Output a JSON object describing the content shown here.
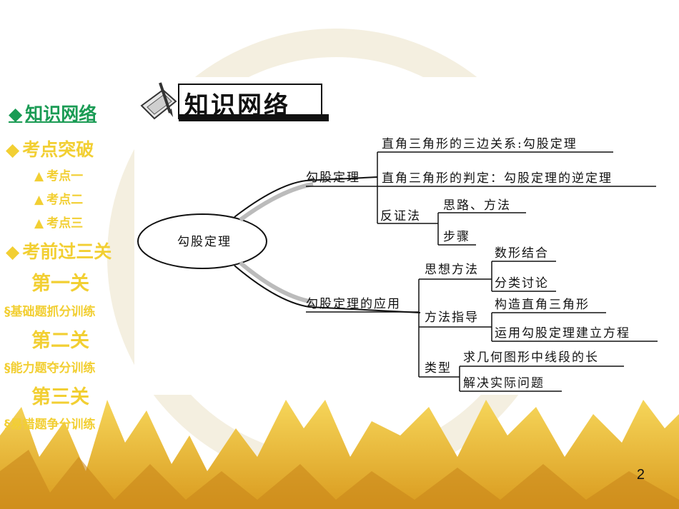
{
  "sidebar": {
    "items": [
      {
        "label": "知识网络",
        "bullet": "◆",
        "level": 1,
        "active": true
      },
      {
        "label": "考点突破",
        "bullet": "◆",
        "level": 1
      },
      {
        "label": "考点一",
        "bullet": "▲",
        "level": 2
      },
      {
        "label": "考点二",
        "bullet": "▲",
        "level": 2
      },
      {
        "label": "考点三",
        "bullet": "▲",
        "level": 2
      },
      {
        "label": "考前过三关",
        "bullet": "◆",
        "level": 1
      },
      {
        "label": "第一关",
        "level": 4
      },
      {
        "label": "§基础题抓分训练",
        "level": 3
      },
      {
        "label": "第二关",
        "level": 4
      },
      {
        "label": "§能力题夺分训练",
        "level": 3
      },
      {
        "label": "第三关",
        "level": 4
      },
      {
        "label": "§易错题争分训练",
        "level": 3
      }
    ]
  },
  "header": {
    "title": "知识网络"
  },
  "mindmap": {
    "root": "勾股定理",
    "branch1": {
      "label": "勾股定理",
      "items": [
        "直角三角形的三边关系:勾股定理",
        "直角三角形的判定：勾股定理的逆定理"
      ],
      "sub": {
        "label": "反证法",
        "items": [
          "思路、方法",
          "步骤"
        ]
      }
    },
    "branch2": {
      "label": "勾股定理的应用",
      "groups": [
        {
          "label": "思想方法",
          "items": [
            "数形结合",
            "分类讨论"
          ]
        },
        {
          "label": "方法指导",
          "items": [
            "构造直角三角形",
            "运用勾股定理建立方程"
          ]
        },
        {
          "label": "类型",
          "items": [
            "求几何图形中线段的长",
            "解决实际问题"
          ]
        }
      ]
    }
  },
  "page_number": "2",
  "colors": {
    "accent": "#f2cf33",
    "active": "#1a9b54",
    "mountain": "#e8b52a"
  }
}
